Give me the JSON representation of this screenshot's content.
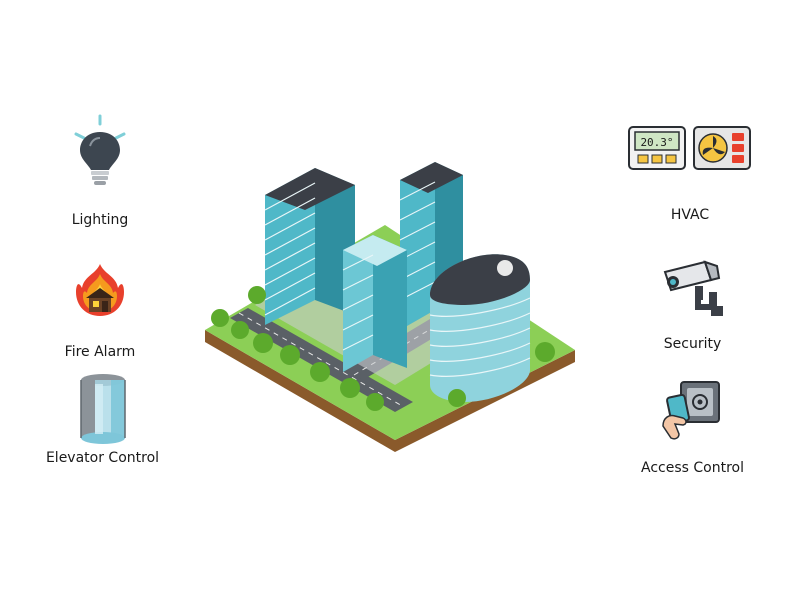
{
  "systems": {
    "lighting": {
      "label": "Lighting",
      "icon": "light-bulb-icon"
    },
    "fire_alarm": {
      "label": "Fire Alarm",
      "icon": "fire-house-icon"
    },
    "elevator": {
      "label": "Elevator Control",
      "icon": "elevator-icon"
    },
    "hvac": {
      "label": "HVAC",
      "icon": "thermostat-icon",
      "thermostat_reading": "20.3°"
    },
    "security": {
      "label": "Security",
      "icon": "cctv-camera-icon"
    },
    "access": {
      "label": "Access Control",
      "icon": "access-card-icon"
    }
  },
  "colors": {
    "glass": "#4fb8c8",
    "glass_light": "#9fdde6",
    "roof": "#3b3f47",
    "grass": "#7cc242",
    "road": "#5a6066",
    "soil": "#8a5a2b"
  }
}
